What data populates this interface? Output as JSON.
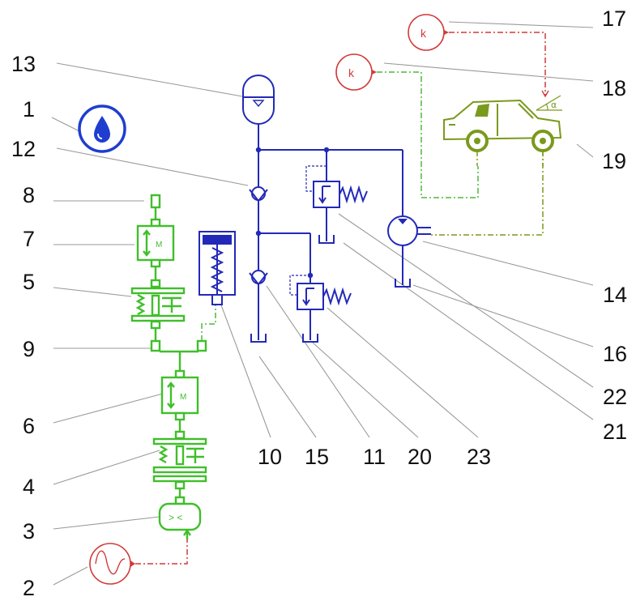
{
  "diagram": {
    "labels": [
      "1",
      "2",
      "3",
      "4",
      "5",
      "6",
      "7",
      "8",
      "9",
      "10",
      "11",
      "12",
      "13",
      "14",
      "15",
      "16",
      "17",
      "18",
      "19",
      "20",
      "21",
      "22",
      "23"
    ],
    "gain_symbol": "k",
    "alpha_symbol": "α",
    "colors": {
      "hydraulic": "#2229b8",
      "mechanical": "#3fbf2a",
      "signal": "#d23a3a",
      "vehicle": "#7a9a1c",
      "leader": "#9a9a9a"
    },
    "icons": [
      "water-drop-icon",
      "sine-source-icon",
      "gain-icon",
      "accumulator-icon",
      "check-valve-icon",
      "relief-valve-icon",
      "hydraulic-pump-icon",
      "tank-icon",
      "clutch-icon",
      "inertia-icon",
      "car-icon",
      "incline-icon"
    ]
  }
}
